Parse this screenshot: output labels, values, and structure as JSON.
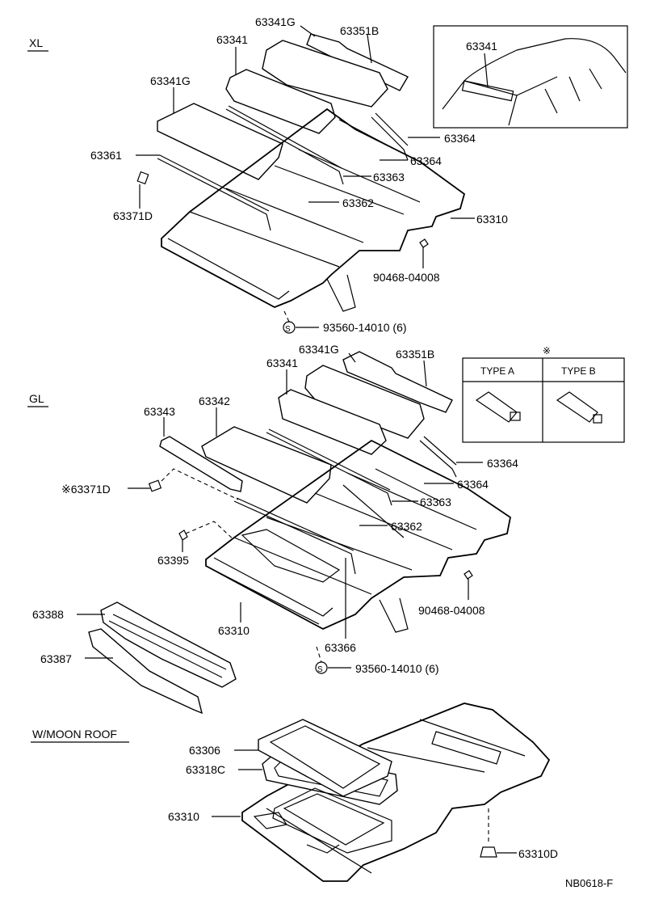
{
  "diagram_code": "NB0618-F",
  "sections": {
    "xl": {
      "title": "XL",
      "inset_part": "63341",
      "parts": {
        "p63341G_a": "63341G",
        "p63351B": "63351B",
        "p63341": "63341",
        "p63341G_b": "63341G",
        "p63364_a": "63364",
        "p63364_b": "63364",
        "p63361": "63361",
        "p63363": "63363",
        "p63362": "63362",
        "p63371D": "63371D",
        "p63310": "63310",
        "p90468": "90468-04008",
        "p93560": "93560-14010 (6)"
      }
    },
    "gl": {
      "title": "GL",
      "parts": {
        "p63341G": "63341G",
        "p63351B": "63351B",
        "p63341": "63341",
        "p63342": "63342",
        "p63343": "63343",
        "p63364_a": "63364",
        "p63364_b": "63364",
        "p63371D": "※63371D",
        "p63363": "63363",
        "p63362": "63362",
        "p63395": "63395",
        "p90468": "90468-04008",
        "p63388": "63388",
        "p63310": "63310",
        "p63366": "63366",
        "p63387": "63387",
        "p93560": "93560-14010 (6)"
      },
      "type_table": {
        "marker": "※",
        "type_a": "TYPE A",
        "type_b": "TYPE B"
      }
    },
    "moonroof": {
      "title": "W/MOON ROOF",
      "parts": {
        "p63306": "63306",
        "p63318C": "63318C",
        "p63310": "63310",
        "p63310D": "63310D"
      }
    }
  },
  "screw_symbol": "S"
}
